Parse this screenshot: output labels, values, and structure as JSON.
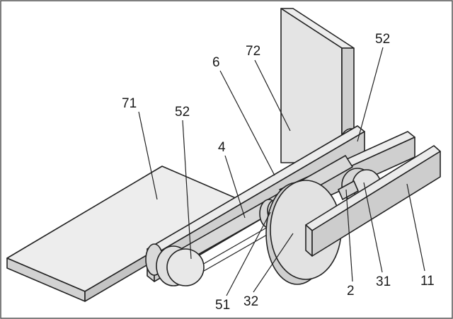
{
  "labels": {
    "l71": "71",
    "l52a": "52",
    "l4": "4",
    "l6": "6",
    "l72": "72",
    "l52b": "52",
    "l51": "51",
    "l32": "32",
    "l2": "2",
    "l31": "31",
    "l11": "11"
  },
  "colors": {
    "face_light": "#ededed",
    "face_mid": "#dcdcdc",
    "face_dark": "#c8c8c8",
    "stroke": "#222222",
    "frame": "#555555"
  }
}
